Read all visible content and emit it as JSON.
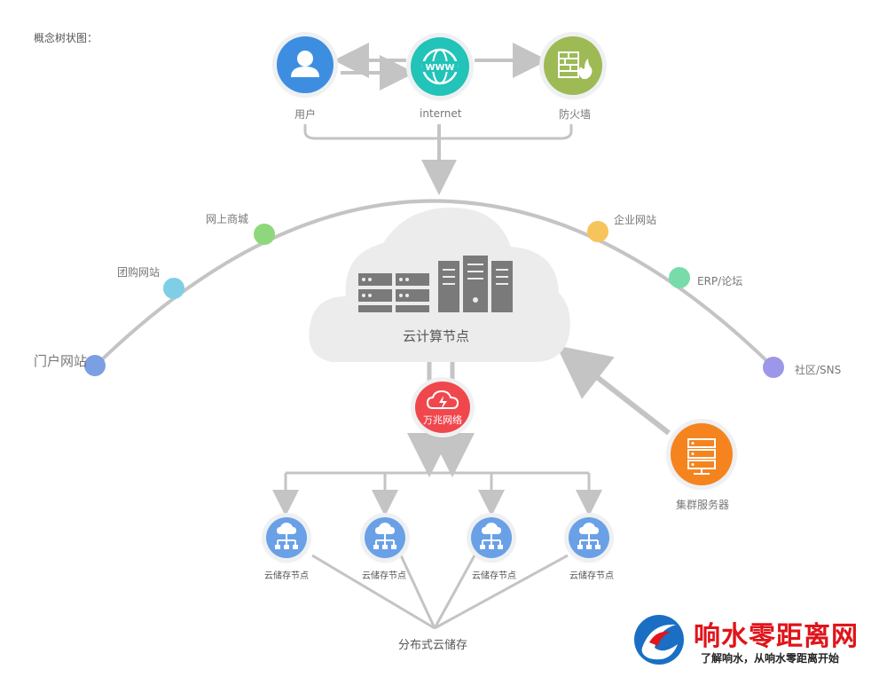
{
  "title": "概念树状图：",
  "top_nodes": {
    "user": "用户",
    "internet": "internet",
    "firewall": "防火墙"
  },
  "arc_nodes": [
    {
      "label": "门户网站",
      "color": "#7a9fe3"
    },
    {
      "label": "团购网站",
      "color": "#7ecfe6"
    },
    {
      "label": "网上商城",
      "color": "#8dd87a"
    },
    {
      "label": "企业网站",
      "color": "#f7c35b"
    },
    {
      "label": "ERP/论坛",
      "color": "#78dcaa"
    },
    {
      "label": "社区/SNS",
      "color": "#9c97e8"
    }
  ],
  "cloud_label": "云计算节点",
  "network_label": "万兆网络",
  "cluster_label": "集群服务器",
  "storage_nodes": [
    "云储存节点",
    "云储存节点",
    "云储存节点",
    "云储存节点"
  ],
  "distributed_label": "分布式云储存",
  "colors": {
    "user_blue": "#3d8ee0",
    "internet_teal": "#22c3b8",
    "firewall_green": "#9dba55",
    "network_red": "#f0474d",
    "cluster_orange": "#f5841f",
    "storage_blue": "#6aa0e6",
    "line_gray": "#bdbdbd"
  },
  "brand": {
    "name": "响水零距离网",
    "slogan": "了解响水，从响水零距离开始"
  }
}
